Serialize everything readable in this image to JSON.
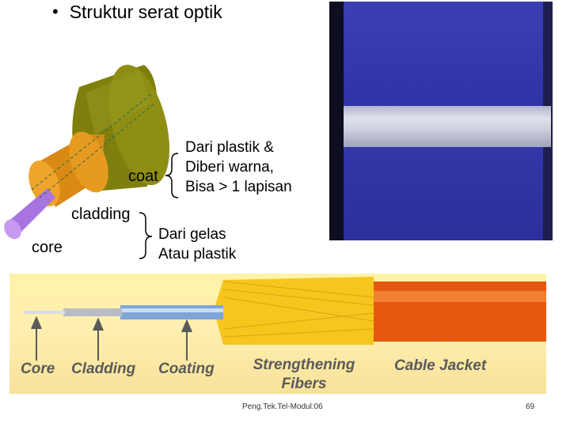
{
  "title": "Struktur serat optik",
  "structure": {
    "labels": {
      "coat": "coat",
      "cladding": "cladding",
      "core": "core"
    },
    "notes": {
      "coat_note": [
        "Dari plastik &",
        "Diberi warna,",
        "Bisa > 1 lapisan"
      ],
      "glass_note": [
        "Dari gelas",
        "Atau plastik"
      ]
    },
    "colors": {
      "coat": "#8a8a10",
      "cladding": "#e08a14",
      "core": "#b07ee6"
    }
  },
  "cable_diagram": {
    "labels": [
      "Core",
      "Cladding",
      "Coating",
      "Strengthening Fibers",
      "Cable Jacket"
    ],
    "colors": {
      "coating": "#7fa6d8",
      "fibers": "#f2c21e",
      "jacket": "#e85a10"
    }
  },
  "footer": {
    "center_text": "Peng.Tek.Tel-Modul:06",
    "page_number": "69"
  }
}
